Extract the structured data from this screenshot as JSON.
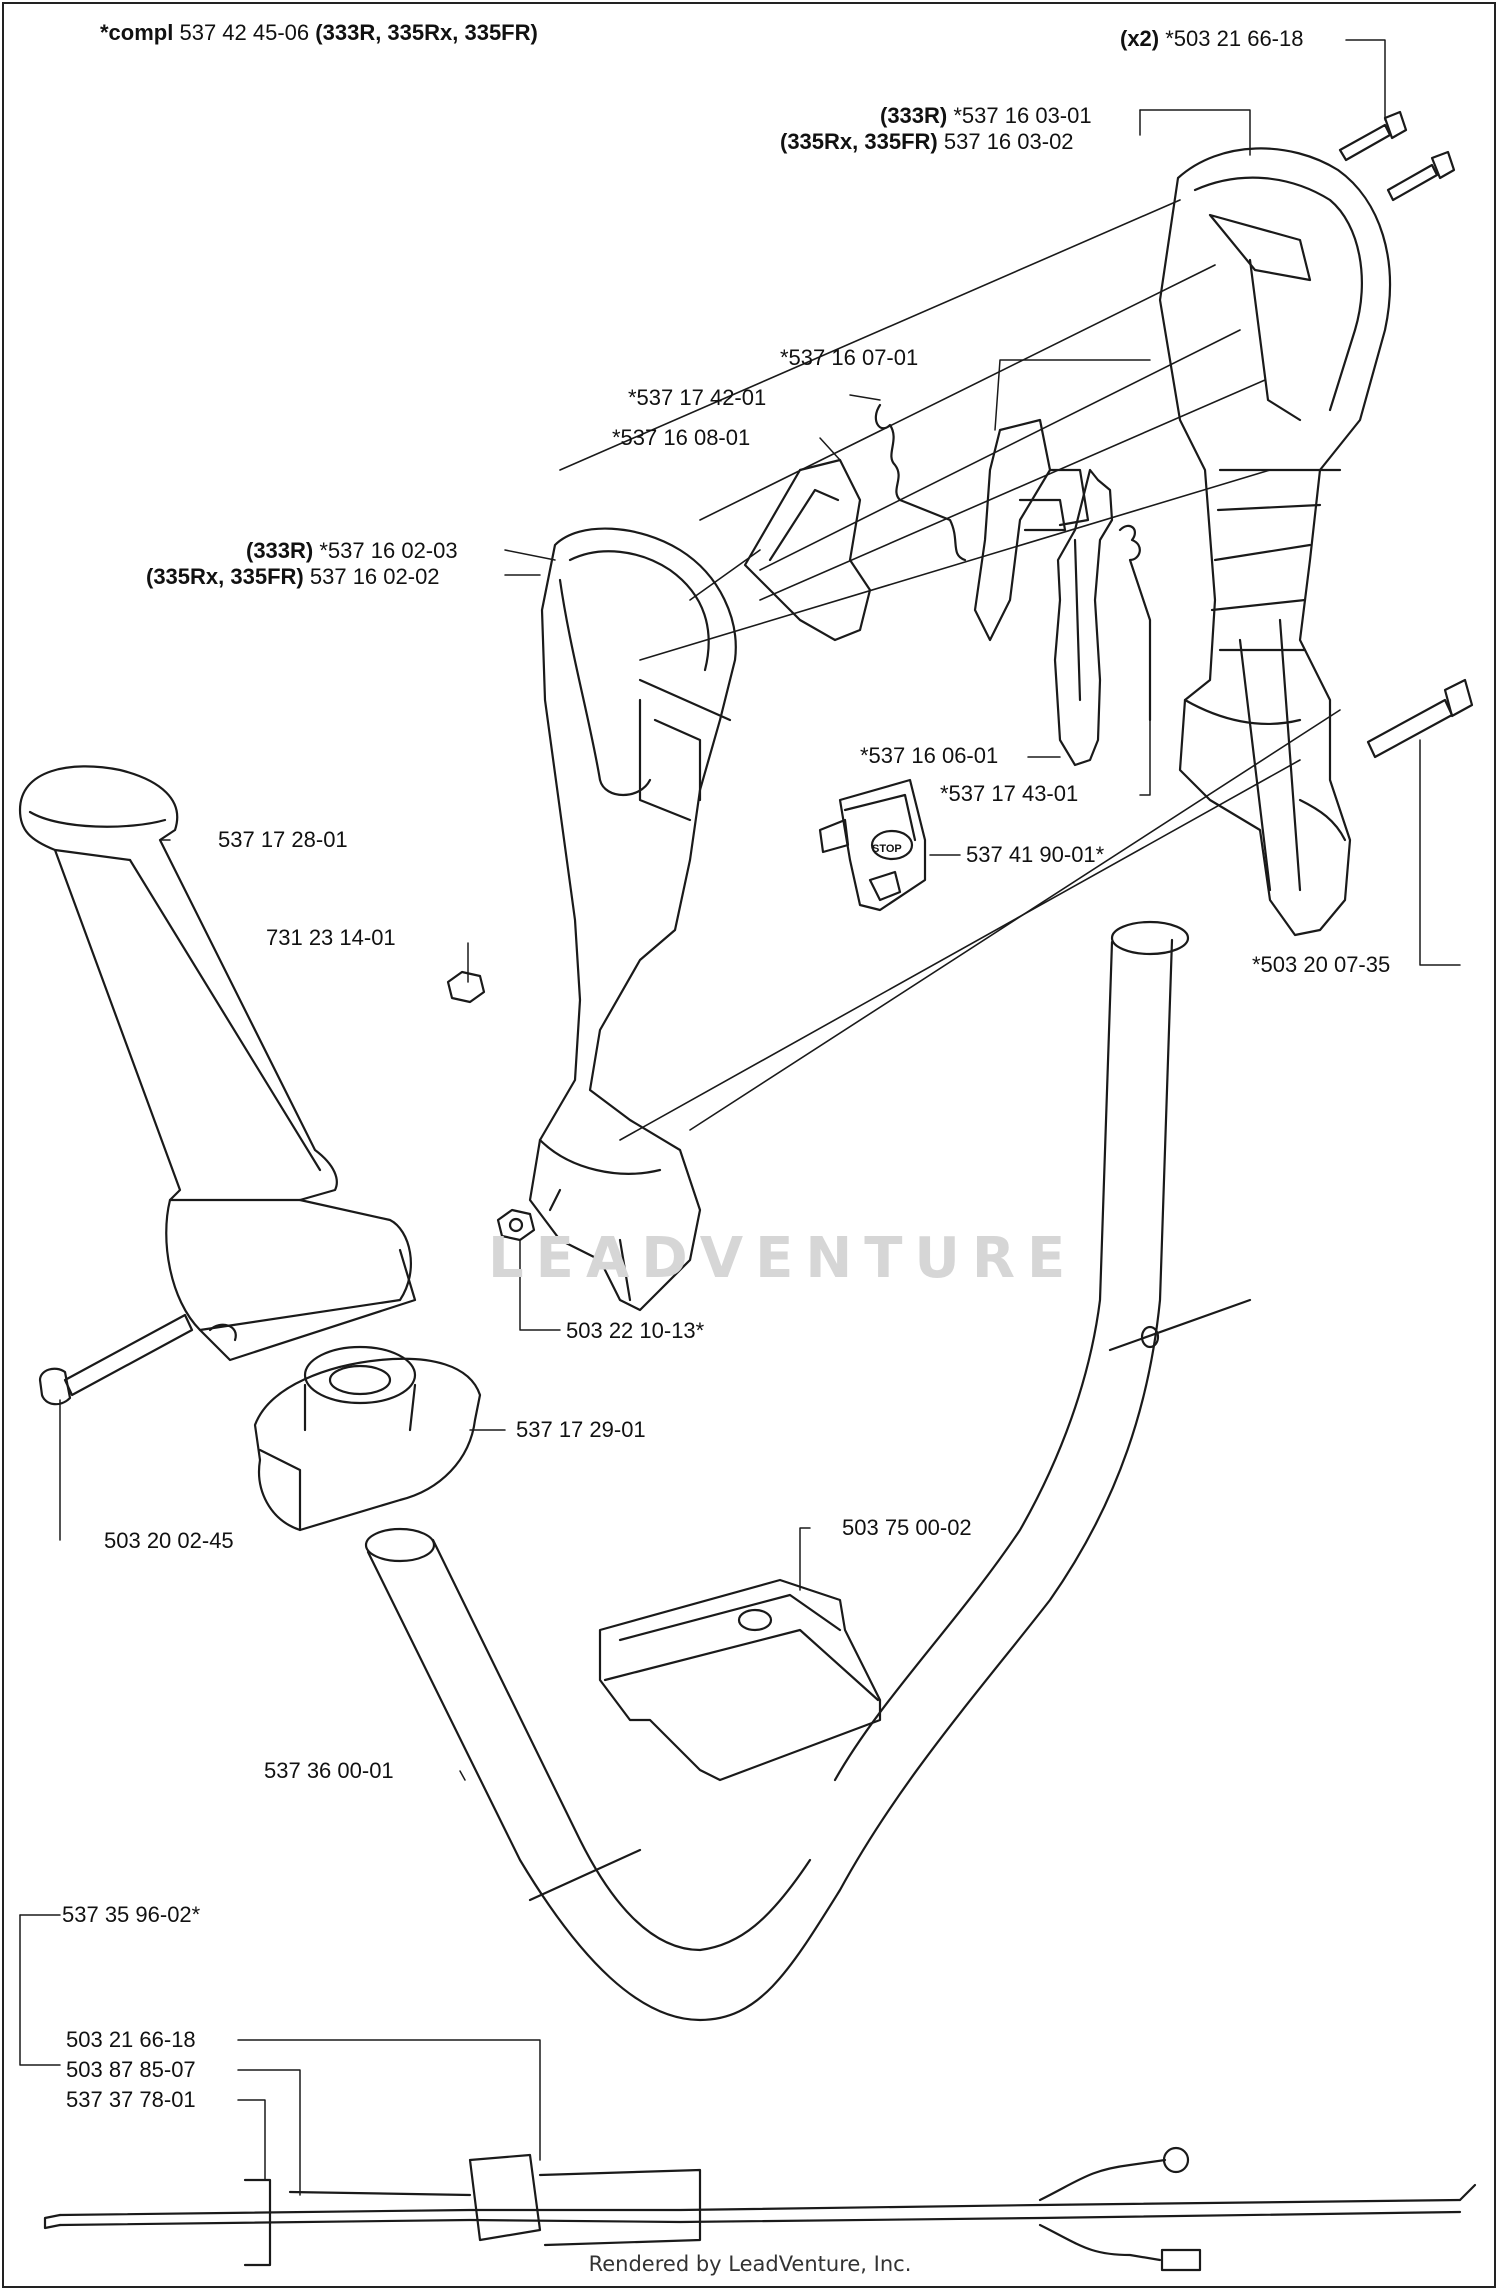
{
  "header": {
    "compl_prefix": "*compl",
    "compl_number": "537 42 45-06",
    "compl_models": "(333R, 335Rx, 335FR)"
  },
  "parts": {
    "screw_x2_qty": "(x2)",
    "screw_x2": "*503 21 66-18",
    "handle_half_333r_model": "(333R)",
    "handle_half_333r": "*537 16 03-01",
    "handle_half_335_model": "(335Rx, 335FR)",
    "handle_half_335": "537 16 03-02",
    "p_537_16_07_01": "*537 16 07-01",
    "p_537_17_42_01": "*537 17 42-01",
    "p_537_16_08_01": "*537 16 08-01",
    "handle_front_333r_model": "(333R)",
    "handle_front_333r": "*537 16 02-03",
    "handle_front_335_model": "(335Rx, 335FR)",
    "handle_front_335": "537 16 02-02",
    "p_537_16_06_01": "*537 16 06-01",
    "p_537_17_43_01": "*537 17 43-01",
    "stop_switch": "537 41 90-01*",
    "stop_label": "STOP",
    "grip_left": "537 17 28-01",
    "nut_left": "731 23 14-01",
    "screw_right": "*503 20 07-35",
    "nut_center": "503 22 10-13*",
    "clamp": "537 17 29-01",
    "screw_left": "503 20 02-45",
    "bracket": "503 75 00-02",
    "handlebar": "537 36 00-01",
    "cable_kit": "537 35 96-02*",
    "cable_1": "503 21 66-18",
    "cable_2": "503 87 85-07",
    "cable_3": "537 37 78-01"
  },
  "watermark": "LEADVENTURE",
  "footer": "Rendered by LeadVenture, Inc."
}
